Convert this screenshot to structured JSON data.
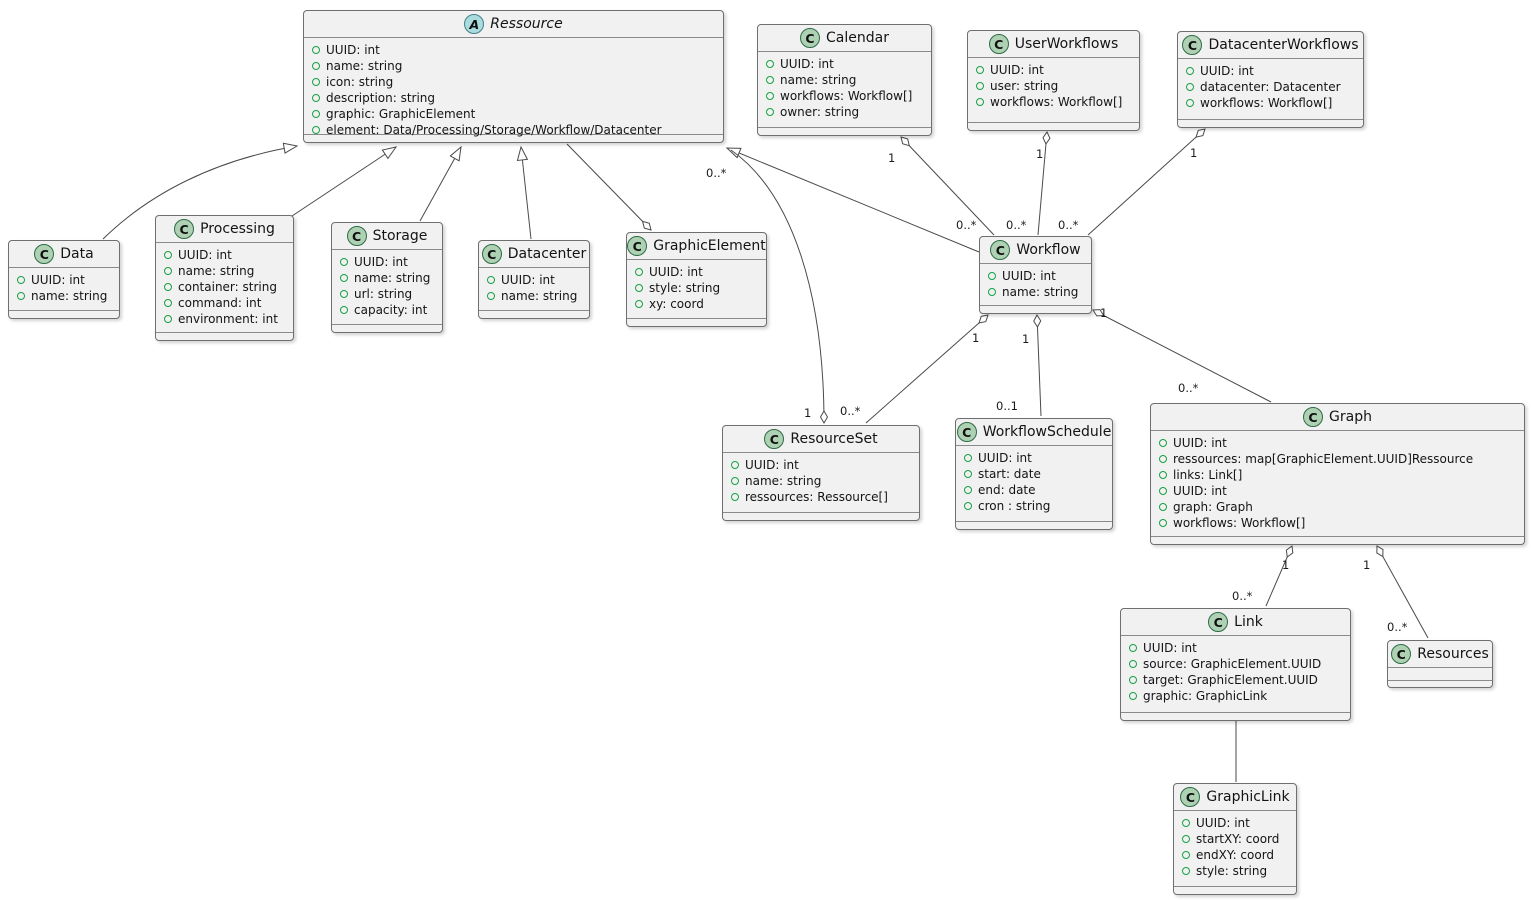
{
  "diagram": {
    "title": "UML class diagram",
    "tool_style": "plantuml"
  },
  "colors": {
    "class_fill": "#F1F1F1",
    "class_border": "#6F6F6F",
    "class_badge_fill": "#ADD1B2",
    "abstract_badge_fill": "#A9DCDF",
    "field_visibility_dot": "#17A144",
    "edge_line": "#4A4A4A"
  },
  "classes": {
    "ressource": {
      "badge": "A",
      "name": "Ressource",
      "attrs": [
        "UUID: int",
        "name: string",
        "icon: string",
        "description: string",
        "graphic: GraphicElement",
        "element: Data/Processing/Storage/Workflow/Datacenter"
      ]
    },
    "calendar": {
      "badge": "C",
      "name": "Calendar",
      "attrs": [
        "UUID: int",
        "name: string",
        "workflows: Workflow[]",
        "owner: string"
      ]
    },
    "userworkflows": {
      "badge": "C",
      "name": "UserWorkflows",
      "attrs": [
        "UUID: int",
        "user: string",
        "workflows: Workflow[]"
      ]
    },
    "datacenterworkflows": {
      "badge": "C",
      "name": "DatacenterWorkflows",
      "attrs": [
        "UUID: int",
        "datacenter: Datacenter",
        "workflows: Workflow[]"
      ]
    },
    "data": {
      "badge": "C",
      "name": "Data",
      "attrs": [
        "UUID: int",
        "name: string"
      ]
    },
    "processing": {
      "badge": "C",
      "name": "Processing",
      "attrs": [
        "UUID: int",
        "name: string",
        "container: string",
        "command: int",
        "environment: int"
      ]
    },
    "storage": {
      "badge": "C",
      "name": "Storage",
      "attrs": [
        "UUID: int",
        "name: string",
        "url: string",
        "capacity: int"
      ]
    },
    "datacenter": {
      "badge": "C",
      "name": "Datacenter",
      "attrs": [
        "UUID: int",
        "name: string"
      ]
    },
    "graphicelement": {
      "badge": "C",
      "name": "GraphicElement",
      "attrs": [
        "UUID: int",
        "style: string",
        "xy: coord"
      ]
    },
    "workflow": {
      "badge": "C",
      "name": "Workflow",
      "attrs": [
        "UUID: int",
        "name: string"
      ]
    },
    "resourceset": {
      "badge": "C",
      "name": "ResourceSet",
      "attrs": [
        "UUID: int",
        "name: string",
        "ressources: Ressource[]"
      ]
    },
    "workflowschedule": {
      "badge": "C",
      "name": "WorkflowSchedule",
      "attrs": [
        "UUID: int",
        "start: date",
        "end: date",
        "cron : string"
      ]
    },
    "graph": {
      "badge": "C",
      "name": "Graph",
      "attrs": [
        "UUID: int",
        "ressources: map[GraphicElement.UUID]Ressource",
        "links: Link[]",
        "UUID: int",
        "graph: Graph",
        "workflows: Workflow[]"
      ]
    },
    "link": {
      "badge": "C",
      "name": "Link",
      "attrs": [
        "UUID: int",
        "source: GraphicElement.UUID",
        "target: GraphicElement.UUID",
        "graphic: GraphicLink"
      ]
    },
    "resources": {
      "badge": "C",
      "name": "Resources",
      "attrs": []
    },
    "graphiclink": {
      "badge": "C",
      "name": "GraphicLink",
      "attrs": [
        "UUID: int",
        "startXY: coord",
        "endXY: coord",
        "style: string"
      ]
    }
  },
  "relations": {
    "calendar_workflow": {
      "source_mult": "1",
      "target_mult": "0..*"
    },
    "userworkflows_workflow": {
      "source_mult": "1",
      "target_mult": "0..*"
    },
    "datacenterworkflows_workflow": {
      "source_mult": "1",
      "target_mult": "0..*"
    },
    "resourceset_ressource": {
      "source_mult": "1",
      "target_mult": "0..*"
    },
    "workflow_resourceset": {
      "source_mult": "1",
      "target_mult": "0..*"
    },
    "workflow_workflowschedule": {
      "source_mult": "1",
      "target_mult": "0..1"
    },
    "workflow_graph": {
      "source_mult": "1",
      "target_mult": "0..*"
    },
    "graph_link": {
      "source_mult": "1",
      "target_mult": "0..*"
    },
    "graph_resources": {
      "source_mult": "1",
      "target_mult": "0..*"
    }
  }
}
